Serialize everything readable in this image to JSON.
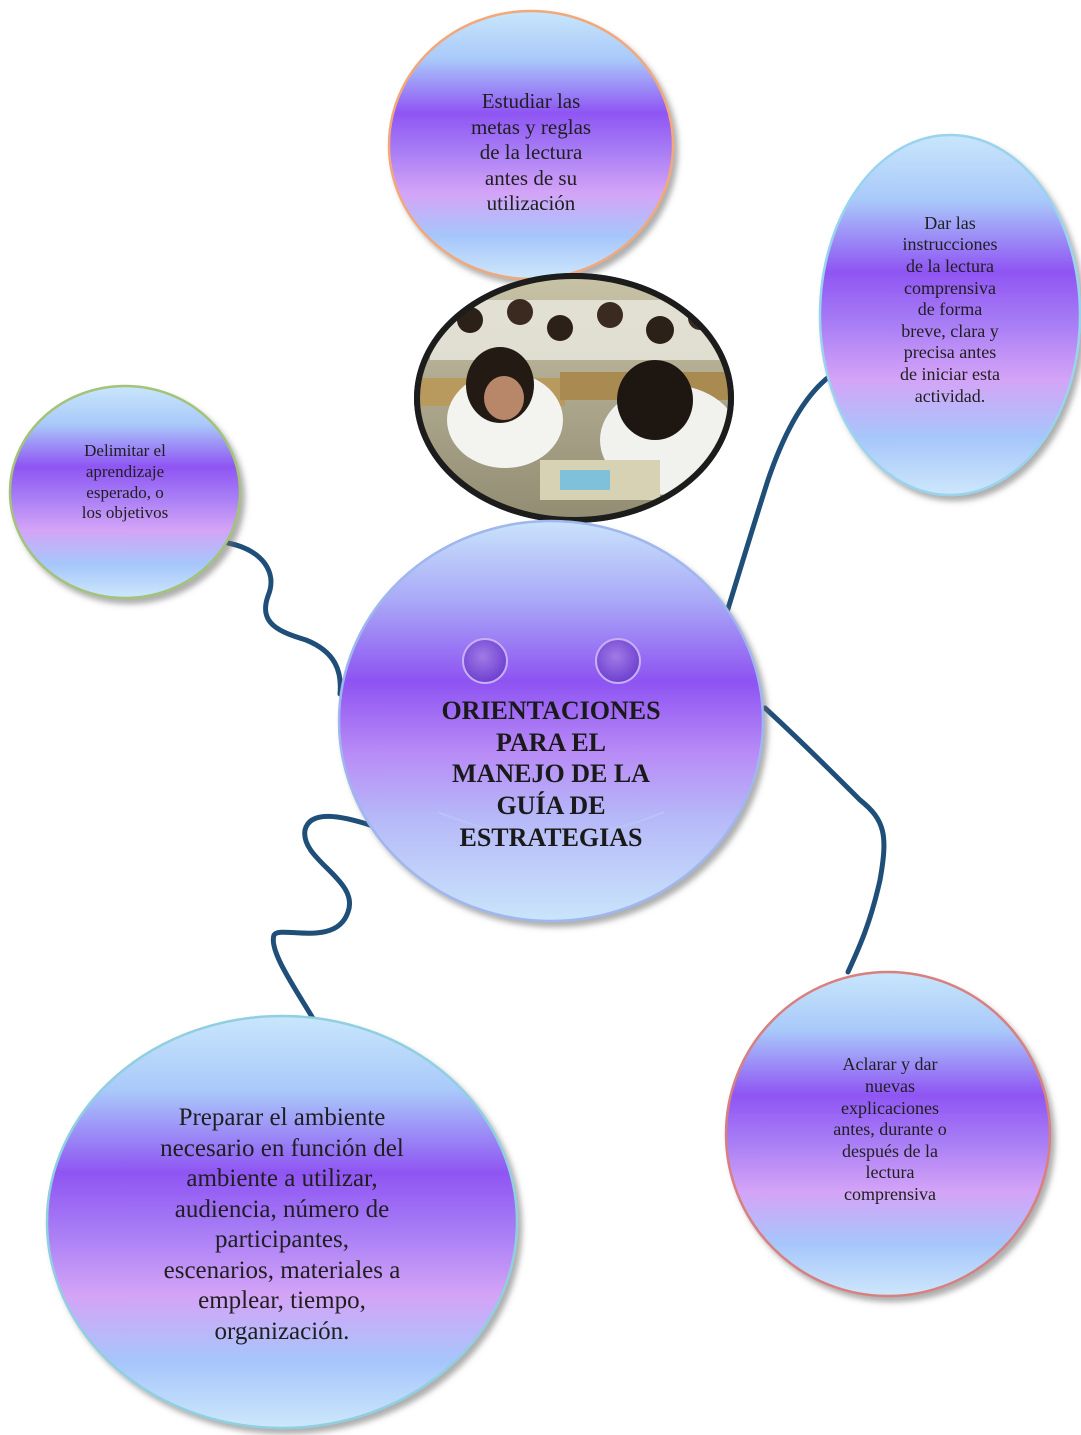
{
  "center": {
    "title_lines": [
      "ORIENTACIONES",
      "PARA EL",
      "MANEJO DE LA",
      "GUÍA DE",
      "ESTRATEGIAS"
    ]
  },
  "bubbles": {
    "top": {
      "text_lines": [
        "Estudiar las",
        "metas y reglas",
        "de la lectura",
        "antes de su",
        "utilización"
      ]
    },
    "top_right": {
      "text_lines": [
        "Dar las",
        "instrucciones",
        "de la lectura",
        "comprensiva",
        "de forma",
        "breve, clara y",
        "precisa antes",
        "de iniciar esta",
        "actividad."
      ]
    },
    "left": {
      "text_lines": [
        "Delimitar el",
        "aprendizaje",
        "esperado, o",
        "los objetivos"
      ]
    },
    "bottom_right": {
      "text_lines": [
        "Aclarar y dar",
        "nuevas",
        "explicaciones",
        "antes, durante o",
        "después de la",
        "lectura",
        "comprensiva"
      ]
    },
    "bottom_left": {
      "text_lines": [
        "Preparar el ambiente",
        "necesario en función del",
        "ambiente a utilizar,",
        "audiencia, número de",
        "participantes,",
        "escenarios, materiales a",
        "emplear, tiempo,",
        "organización."
      ]
    }
  },
  "colors": {
    "bubble_light": "#b8e0fb",
    "bubble_mid": "#a58cf6",
    "bubble_deep": "#8a4cf2",
    "connector": "#1f4e79",
    "photo_frame": "#2a2a2a"
  }
}
